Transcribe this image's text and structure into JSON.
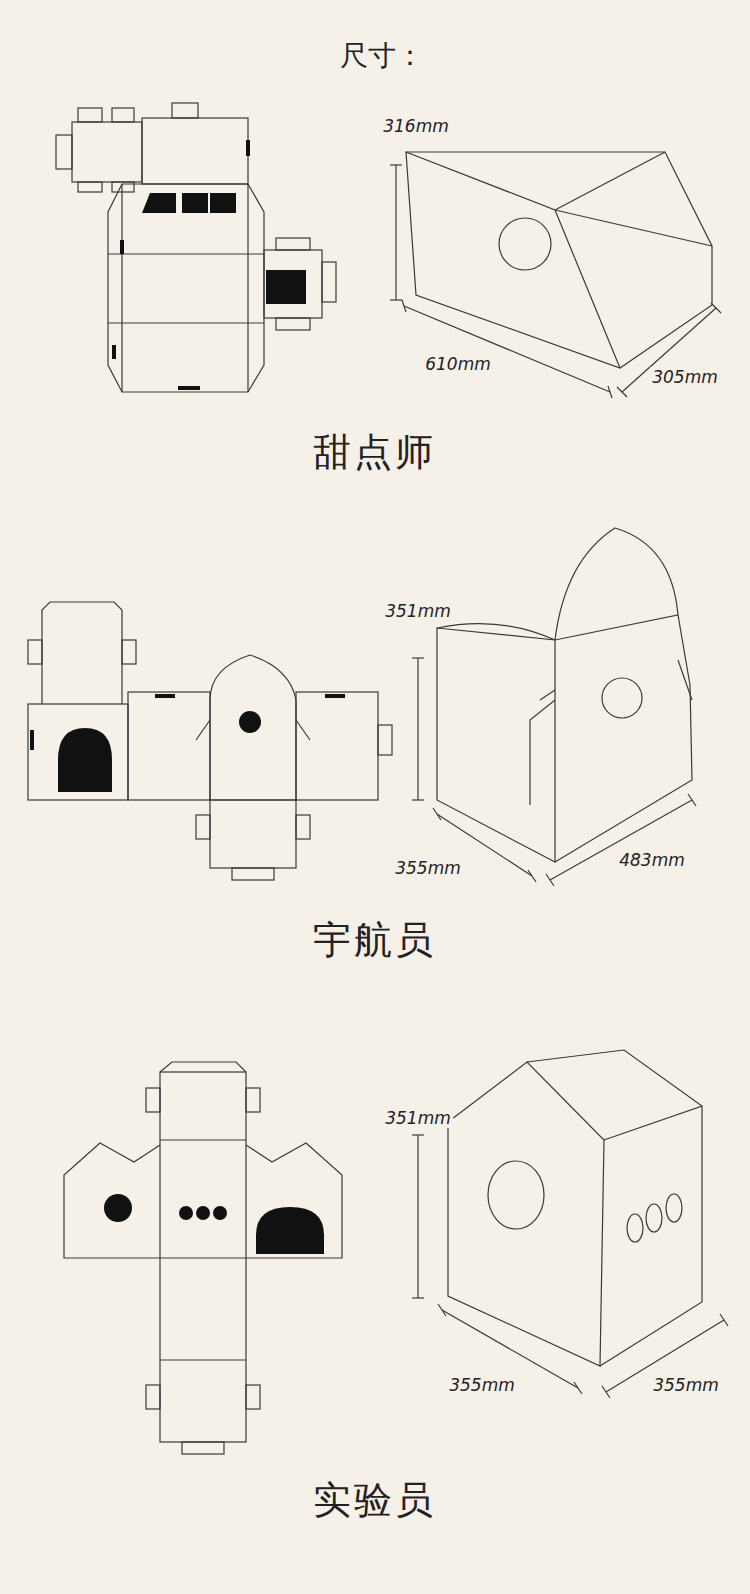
{
  "diagram": {
    "title": "尺寸：",
    "labels": [
      "316mm",
      "610mm",
      "305mm",
      "甜点师",
      "351mm",
      "355mm",
      "483mm",
      "宇航员",
      "351mm",
      "355mm",
      "355mm",
      "实验员"
    ]
  }
}
